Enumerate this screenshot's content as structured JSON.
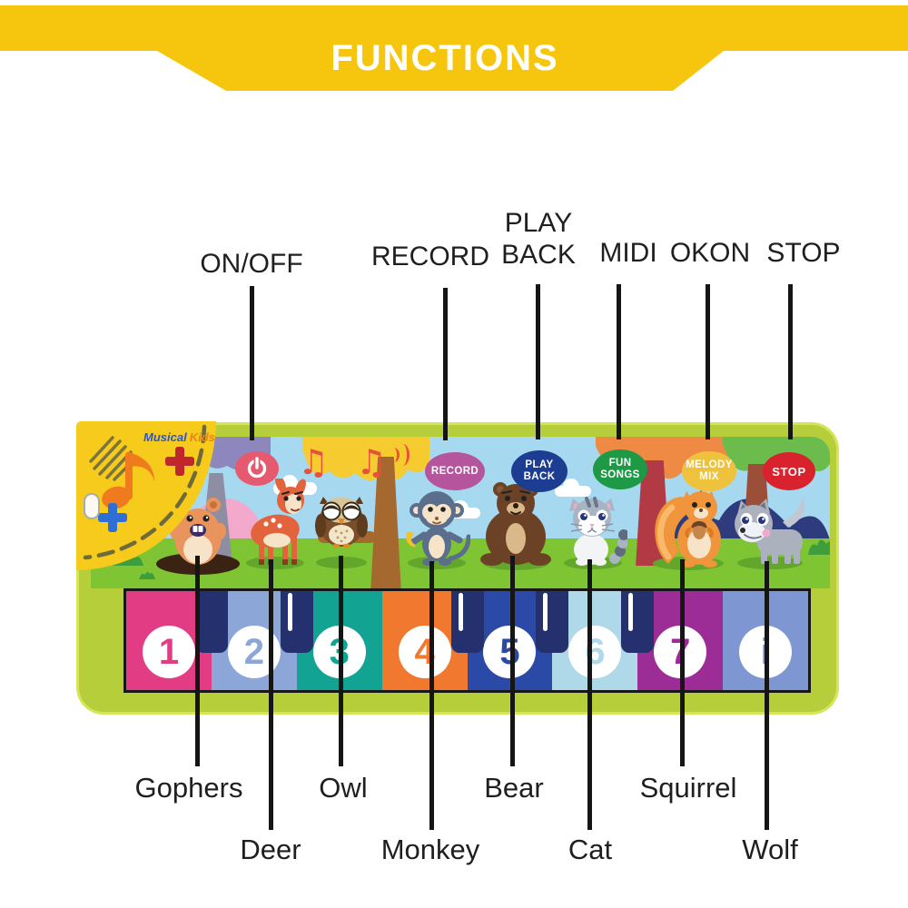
{
  "banner": {
    "title": "FUNCTIONS"
  },
  "colors": {
    "banner_yellow": "#F6C60F",
    "mat_border_lime": "#B7CE3B",
    "sky_blue": "#A6D9EF",
    "grass_green": "#7FC533",
    "callout_line": "#151515"
  },
  "top_callouts": {
    "on_off": "ON/OFF",
    "record": "RECORD",
    "play": "PLAY",
    "back": "BACK",
    "midi": "MIDI",
    "okon": "OKON",
    "stop": "STOP"
  },
  "mat": {
    "logo": {
      "word1": "Musical",
      "word2": "Kids"
    },
    "buttons": {
      "power": {
        "color": "#E55A6E"
      },
      "record": {
        "label": "RECORD",
        "color": "#B4559E"
      },
      "play_back": {
        "line1": "PLAY",
        "line2": "BACK",
        "color": "#1D3D92"
      },
      "fun_songs": {
        "line1": "FUN",
        "line2": "SONGS",
        "color": "#1E9A46"
      },
      "melody_mix": {
        "line1": "MELODY",
        "line2": "MIX",
        "color": "#EFC23D"
      },
      "stop": {
        "label": "STOP",
        "color": "#D8222D"
      }
    },
    "piano_keys": [
      {
        "label": "1",
        "color": "#E13C84"
      },
      {
        "label": "2",
        "color": "#8CA6D8"
      },
      {
        "label": "3",
        "color": "#12A393"
      },
      {
        "label": "4",
        "color": "#F1792F"
      },
      {
        "label": "5",
        "color": "#2B4AA8"
      },
      {
        "label": "6",
        "color": "#AFD9E8"
      },
      {
        "label": "7",
        "color": "#9C2C96"
      },
      {
        "label": "i",
        "color": "#7E97D2"
      }
    ]
  },
  "bottom_callouts": {
    "row1": [
      "Gophers",
      "Owl",
      "Bear",
      "Squirrel"
    ],
    "row2": [
      "Deer",
      "Monkey",
      "Cat",
      "Wolf"
    ]
  }
}
